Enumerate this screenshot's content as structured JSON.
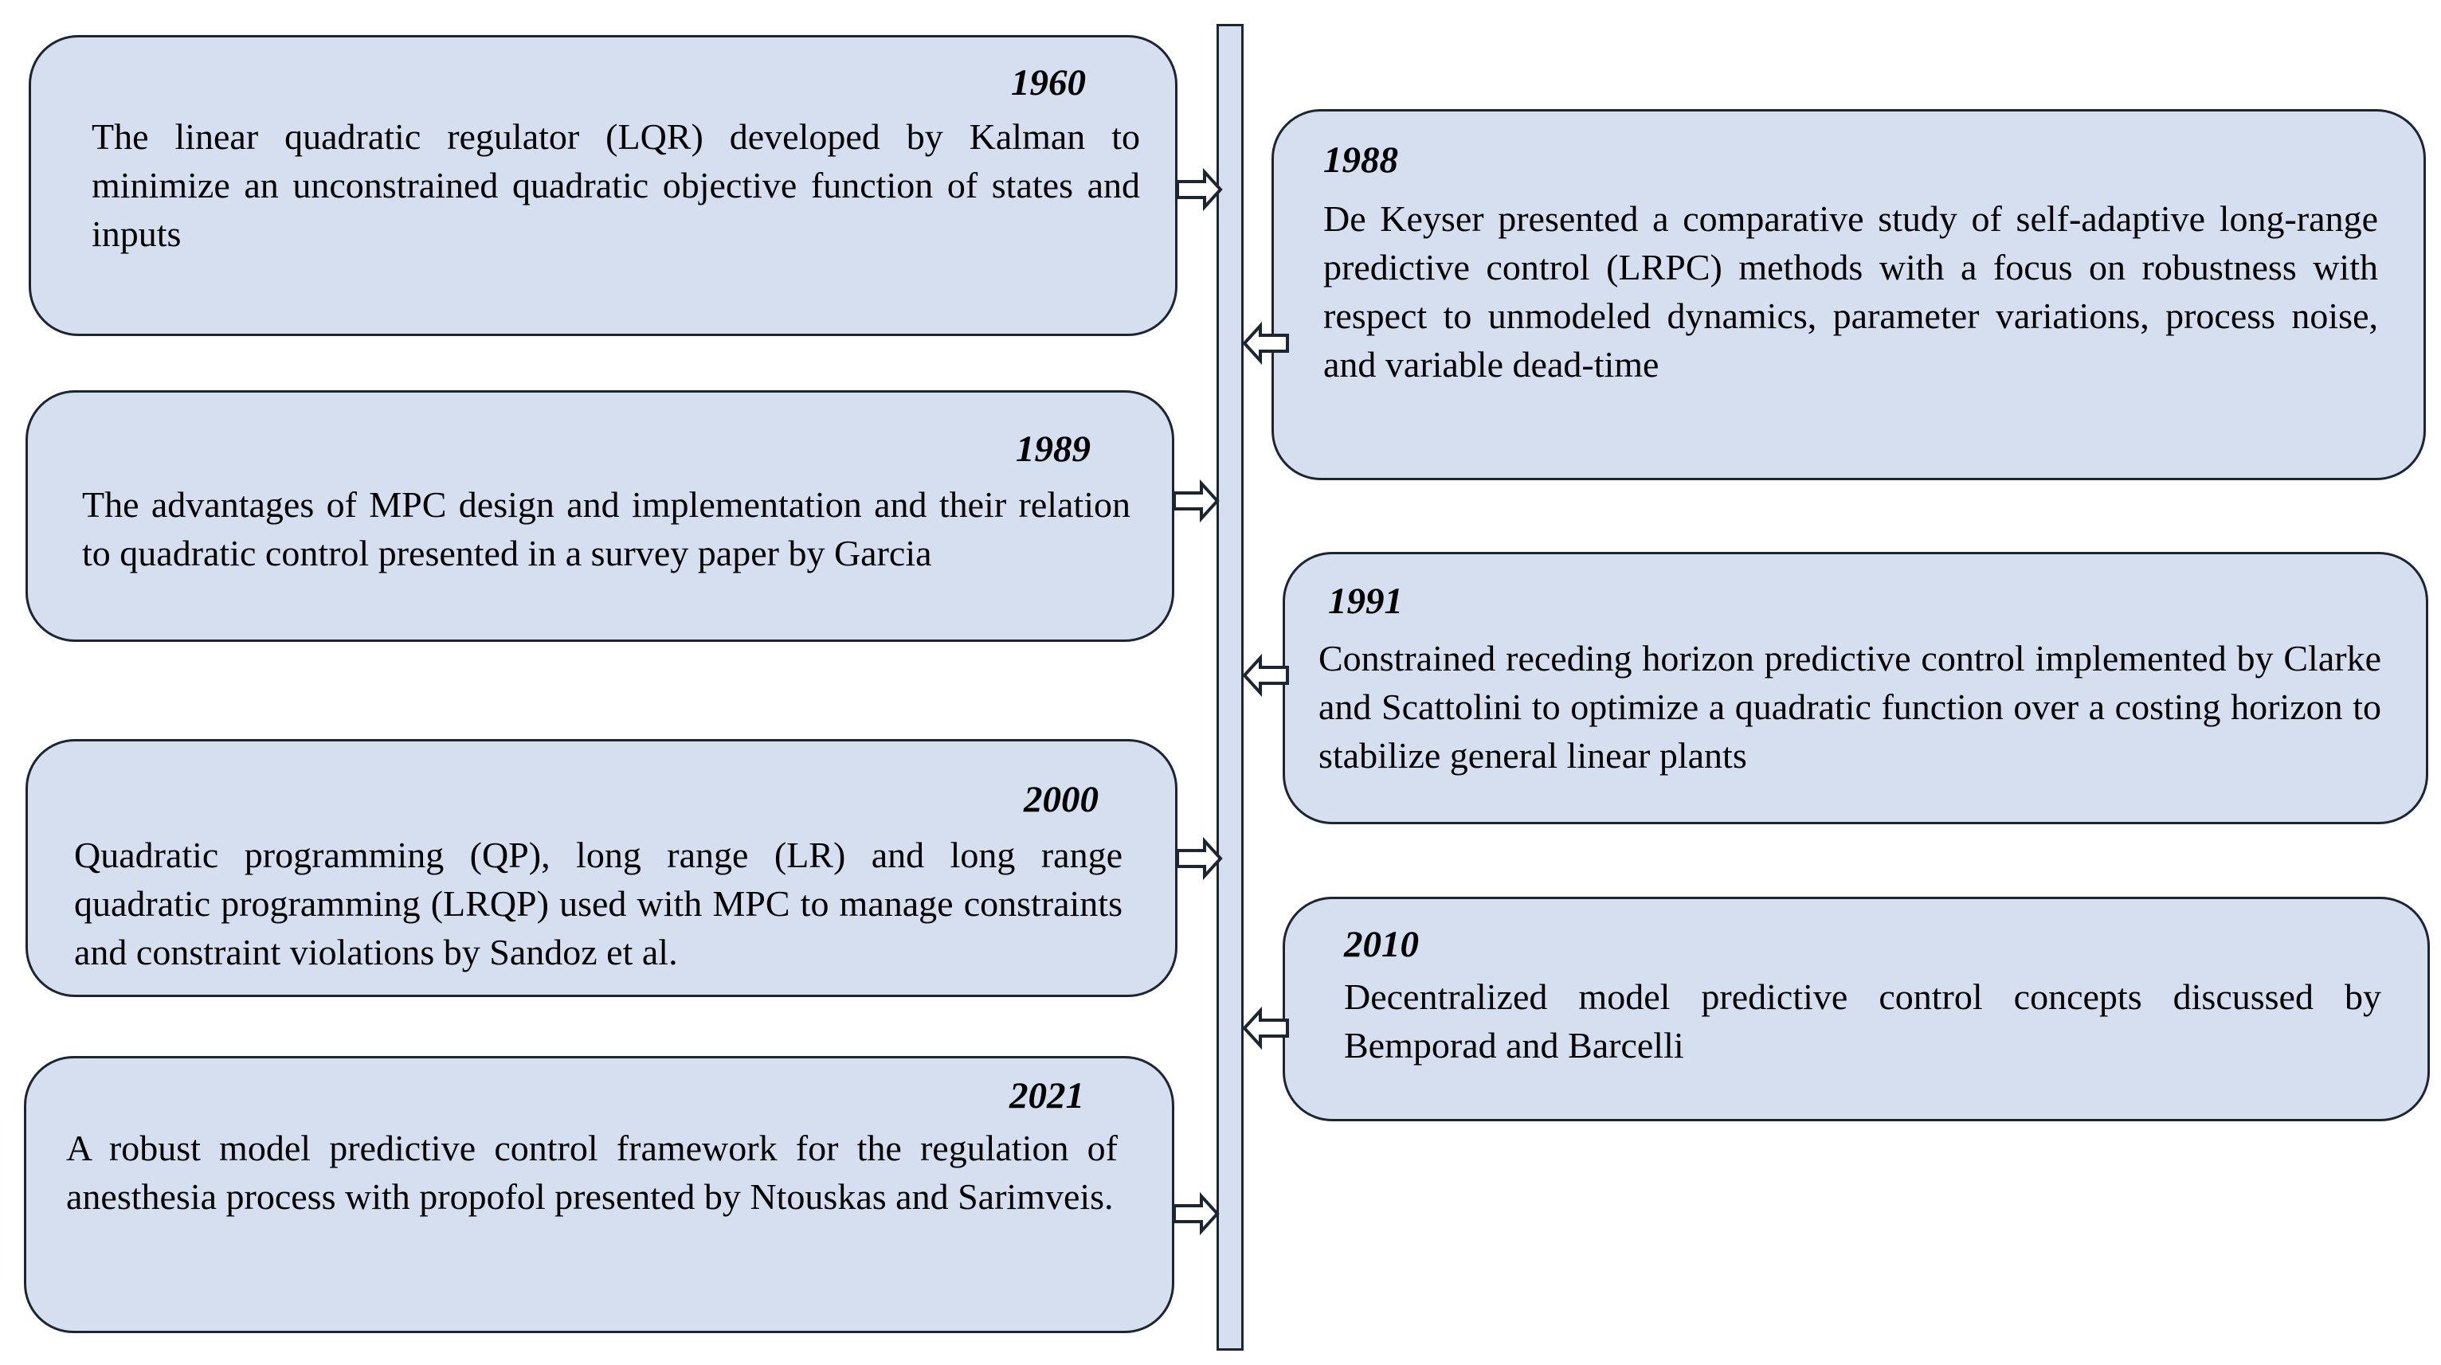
{
  "events": [
    {
      "id": "1960",
      "year": "1960",
      "text": "The linear quadratic regulator (LQR) developed by Kalman to minimize an unconstrained quadratic objective function of states and inputs"
    },
    {
      "id": "1988",
      "year": "1988",
      "text": "De Keyser presented a comparative study of self-adaptive long-range predictive control (LRPC) methods with a focus on robustness with respect to unmodeled dynamics, parameter variations, process noise, and variable dead-time"
    },
    {
      "id": "1989",
      "year": "1989",
      "text": "The advantages of MPC design and implementation and their relation to quadratic control presented in a survey paper by Garcia"
    },
    {
      "id": "1991",
      "year": "1991",
      "text": "Constrained receding horizon predictive control implemented by Clarke and Scattolini to optimize a quadratic function over a costing horizon to stabilize general linear plants"
    },
    {
      "id": "2000",
      "year": "2000",
      "text": "Quadratic programming (QP), long range (LR) and long range quadratic programming (LRQP) used with MPC to manage constraints and constraint violations by Sandoz et al."
    },
    {
      "id": "2010",
      "year": "2010",
      "text": "Decentralized model predictive control concepts discussed by Bemporad and Barcelli"
    },
    {
      "id": "2021",
      "year": "2021",
      "text": "A robust model predictive control framework for the regulation of anesthesia process with propofol presented by Ntouskas and Sarimveis."
    }
  ],
  "colors": {
    "card_fill": "#d6dff0",
    "outline": "#1d2530",
    "text": "#000000"
  }
}
